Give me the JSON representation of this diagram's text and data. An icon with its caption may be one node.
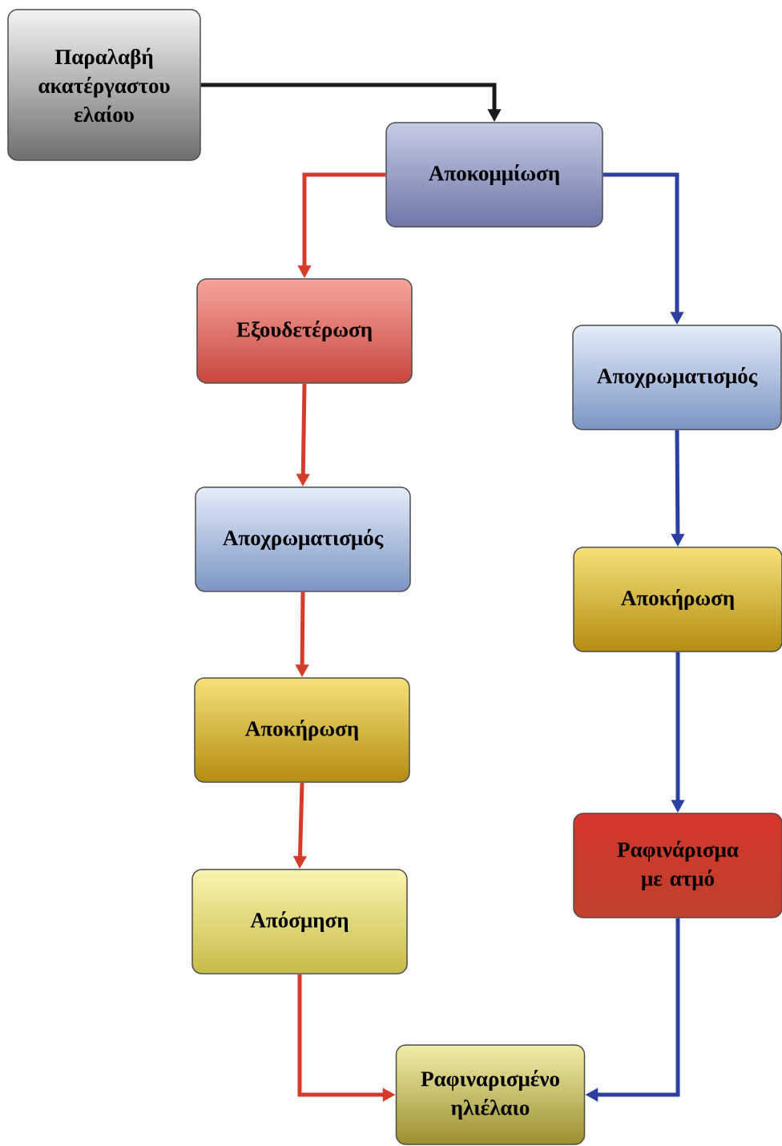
{
  "diagram": {
    "nodes": [
      {
        "text": [
          "Παραλαβή ακατέργαστου ελαίου"
        ]
      },
      {
        "text": [
          "Αποκομμίωση"
        ]
      },
      {
        "text": [
          "Εξουδετέρωση"
        ]
      },
      {
        "text": [
          "Αποχρωματισμός"
        ]
      },
      {
        "text": [
          "Αποχρωματισμός"
        ]
      },
      {
        "text": [
          "Αποκήρωση"
        ]
      },
      {
        "text": [
          "Αποκήρωση"
        ]
      },
      {
        "text": [
          "Ραφινάρισμα με ατμό"
        ]
      },
      {
        "text": [
          "Απόσμηση"
        ]
      },
      {
        "text": [
          "Ραφιναρισμένο ηλιέλαιο"
        ]
      }
    ],
    "edges": [
      {
        "from": 0,
        "to": 1,
        "arrow": "to",
        "color": "#1a1a1a"
      },
      {
        "from": 1,
        "to": 2,
        "arrow": "to"
      },
      {
        "from": 1,
        "to": 3,
        "arrow": "to",
        "color": "#2a3fa0"
      },
      {
        "from": 2,
        "to": 4,
        "arrow": "to"
      },
      {
        "from": 3,
        "to": 5,
        "arrow": "to",
        "color": "#2a3fa0"
      },
      {
        "from": 4,
        "to": 6,
        "arrow": "to"
      },
      {
        "from": 5,
        "to": 7,
        "arrow": "to",
        "color": "#2a3fa0"
      },
      {
        "from": 6,
        "to": 8,
        "arrow": "to"
      },
      {
        "from": 8,
        "to": 9,
        "arrow": "to"
      },
      {
        "from": 7,
        "to": 9,
        "arrow": "to",
        "color": "#2a3fa0"
      }
    ]
  }
}
